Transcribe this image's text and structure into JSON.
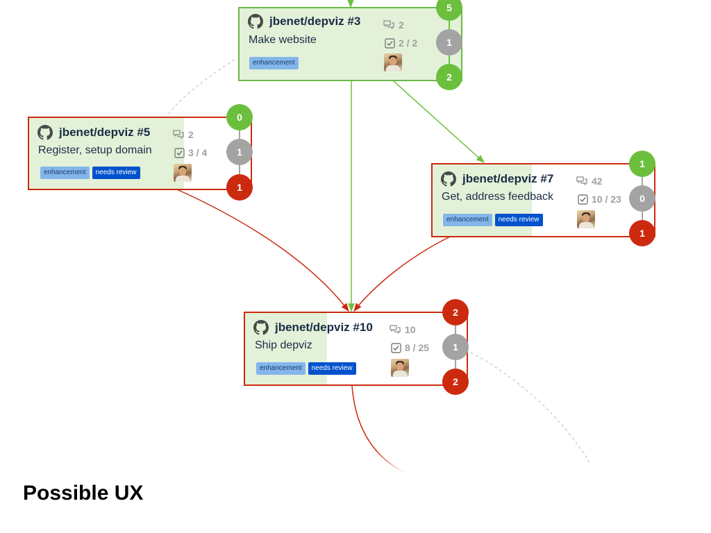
{
  "caption": "Possible UX",
  "colors": {
    "done_border": "#6ab944",
    "open_border": "#cc2a0e",
    "progress_fill": "#e3f1d9",
    "badge_green": "#6cbf3c",
    "badge_grey": "#a3a3a3",
    "badge_red": "#cc2a0e",
    "label_enhancement": "#84b6eb",
    "label_needs_review": "#0052cc"
  },
  "issues": [
    {
      "id": "issue-3",
      "repo": "jbenet/depviz #3",
      "title": "Make website",
      "labels": [
        "enhancement"
      ],
      "comments": "2",
      "tasks": "2 / 2",
      "progress": 1.0,
      "status": "done",
      "badges": {
        "top": "5",
        "middle": "1",
        "bottom": "2"
      },
      "icons": {
        "repo": "github-icon",
        "comments": "comments-icon",
        "tasks": "checkbox-icon"
      }
    },
    {
      "id": "issue-5",
      "repo": "jbenet/depviz #5",
      "title": "Register, setup domain",
      "labels": [
        "enhancement",
        "needs review"
      ],
      "comments": "2",
      "tasks": "3 / 4",
      "progress": 0.75,
      "status": "open",
      "badges": {
        "top": "0",
        "middle": "1",
        "bottom": "1"
      },
      "icons": {
        "repo": "github-icon",
        "comments": "comments-icon",
        "tasks": "checkbox-icon"
      }
    },
    {
      "id": "issue-7",
      "repo": "jbenet/depviz #7",
      "title": "Get, address feedback",
      "labels": [
        "enhancement",
        "needs review"
      ],
      "comments": "42",
      "tasks": "10 / 23",
      "progress": 0.43,
      "status": "open",
      "badges": {
        "top": "1",
        "middle": "0",
        "bottom": "1"
      },
      "icons": {
        "repo": "github-icon",
        "comments": "comments-icon",
        "tasks": "checkbox-icon"
      }
    },
    {
      "id": "issue-10",
      "repo": "jbenet/depviz #10",
      "title": "Ship depviz",
      "labels": [
        "enhancement",
        "needs review"
      ],
      "comments": "10",
      "tasks": "8 / 25",
      "progress": 0.32,
      "status": "open",
      "badges": {
        "top": "2",
        "middle": "1",
        "bottom": "2"
      },
      "icons": {
        "repo": "github-icon",
        "comments": "comments-icon",
        "tasks": "checkbox-icon"
      }
    }
  ],
  "edges": [
    {
      "from": "issue-3",
      "to": "issue-7",
      "status": "done"
    },
    {
      "from": "issue-3",
      "to": "issue-10",
      "status": "done"
    },
    {
      "from": "issue-5",
      "to": "issue-10",
      "status": "open"
    },
    {
      "from": "issue-7",
      "to": "issue-10",
      "status": "open"
    }
  ]
}
